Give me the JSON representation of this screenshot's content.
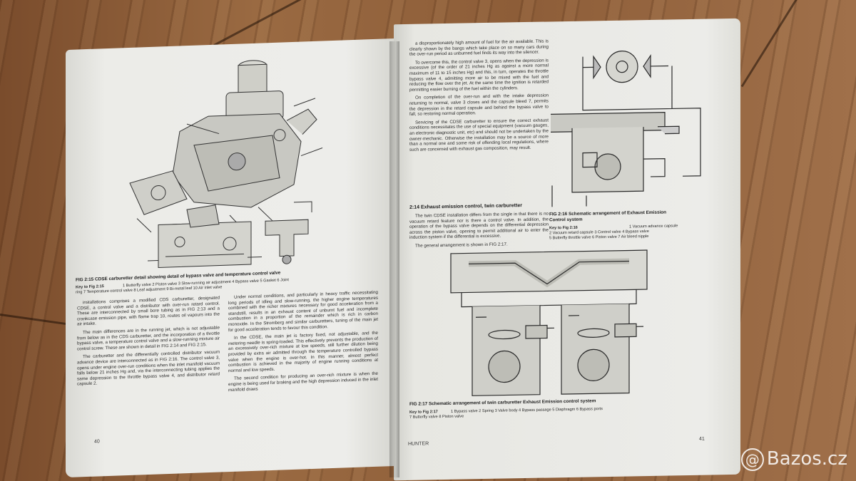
{
  "left_page": {
    "fig_caption": "FIG 2:15   CDSE carburetter detail showing detail of bypass valve and temperature control valve",
    "key_title": "Key to Fig 2:15",
    "key_line1": "1 Butterfly valve     2 Piston valve     3 Slow-running air adjustment     4 Bypass valve     5 Gasket     6 Joint",
    "key_line2": "ring     7 Temperature control valve     8 Leaf adjustment     9 Bi-metal leaf     10 Air inlet valve",
    "col1": [
      "installations comprises a modified CDS carburetter, designated CDSE, a control valve and a distributor with over-run retard control. These are interconnected by small bore tubing as in FIG 2:13 and a crankcase emission pipe, with flame trap 10, routes oil vapours into the air intake.",
      "The main differences are in the running jet, which is not adjustable from below as in the CDS carburetter, and the incorporation of a throttle bypass valve, a temperature control valve and a slow-running mixture air control screw. These are shown in detail in FIG 2:14 and FIG 2:15.",
      "The carburetter and the differentially controlled distributor vacuum advance device are interconnected as in FIG 2:16. The control valve 3, opens under engine over-run conditions when the inlet manifold vacuum falls below 21 inches Hg and, via the interconnecting tubing applies the same depression to the throttle bypass valve 4, and distributor retard capsule 2."
    ],
    "col2": [
      "Under normal conditions, and particularly in heavy traffic necessitating long periods of idling and slow-running, the higher engine temperatures combined with the richer mixtures necessary for good acceleration from a standstill, results in an exhaust content of unburnt fuel and incomplete combustion in a proportion of the remainder which is rich in carbon monoxide. In the Stromberg and similar carburetters, tuning of the main jet for good acceleration tends to favour this condition.",
      "In the CDSE, the main jet is factory fixed, not adjustable, and the metering needle is spring-loaded. This effectively prevents the production of an excessively over-rich mixture at low speeds, still further dilution being provided by extra air admitted through the temperature controlled bypass valve when the engine is over-hot. In this manner, almost perfect combustion is achieved in the majority of engine running conditions at normal and low speeds.",
      "The second condition for producing an over-rich mixture is when the engine is being used for braking and the high depression induced in the inlet manifold draws"
    ],
    "page_number": "40"
  },
  "right_page": {
    "top_text": [
      "a disproportionately high amount of fuel for the air available. This is clearly shown by the bangs which take place on so many cars during the over-run period as unburned fuel finds its way into the silencer.",
      "To overcome this, the control valve 3, opens when the depression is excessive (of the order of 21 inches Hg as against a more normal maximum of 11 to 15 inches Hg) and this, in turn, operates the throttle bypass valve 4, admitting more air to be mixed with the fuel and reducing the flow over the jet. At the same time the ignition is retarded permitting easier burning of the fuel within the cylinders.",
      "On completion of the over-run and with the intake depression returning to normal, valve 3 closes and the capsule bleed 7, permits the depression in the retard capsule and behind the bypass valve to fall, so restoring normal operation.",
      "Servicing of the CDSE carburetter to ensure the correct exhaust conditions necessitates the use of special equipment (vacuum gauges, an electronic diagnostic unit, etc) and should not be undertaken by the owner-mechanic. Otherwise the installation may be a source of more than a normal one and some risk of offending local regulations, where such are concerned with exhaust gas composition, may result."
    ],
    "section_heading": "2:14 Exhaust emission control, twin carburetter",
    "section_text": [
      "The twin CDSE installation differs from the single in that there is no vacuum retard feature nor is there a control valve. In addition, the operation of the bypass valve depends on the differential depression across the piston valve, opening to permit additional air to enter the induction system if the differential is excessive.",
      "The general arrangement is shown in FIG 2:17."
    ],
    "fig16_caption": "FIG 2:16   Schematic arrangement of Exhaust Emission",
    "fig16_caption2": "Control system",
    "fig16_key_title": "Key to Fig 2:16",
    "fig16_key1": "1 Vacuum advance capsule",
    "fig16_key2": "2 Vacuum retard capsule     3 Control valve     4 Bypass valve",
    "fig16_key3": "5 Butterfly throttle valve     6 Piston valve     7 Air bleed nipple",
    "fig17_caption": "FIG 2:17   Schematic arrangement of twin carburetter Exhaust Emission control system",
    "fig17_key_title": "Key to Fig 2:17",
    "fig17_key1": "1 Bypass valve     2 Spring     3 Valve body     4 Bypass passage     5 Diaphragm     6 Bypass ports",
    "fig17_key2": "7 Butterfly valve     8 Piston valve",
    "footer_title": "HUNTER",
    "page_number": "41"
  },
  "watermark": {
    "symbol": "@",
    "text": "Bazos.cz"
  }
}
